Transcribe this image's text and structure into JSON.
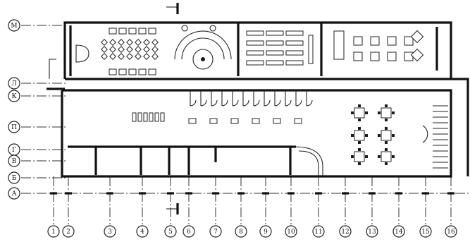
{
  "plan": {
    "row_axes": [
      "M",
      "Л",
      "К",
      "П",
      "Г",
      "В",
      "Б",
      "А"
    ],
    "column_axes": [
      "1",
      "2",
      "3",
      "4",
      "5",
      "6",
      "7",
      "8",
      "9",
      "10",
      "11",
      "12",
      "13",
      "14",
      "15",
      "16"
    ]
  },
  "colors": {
    "ink": "#1b1b1b",
    "paper": "#ffffff"
  }
}
